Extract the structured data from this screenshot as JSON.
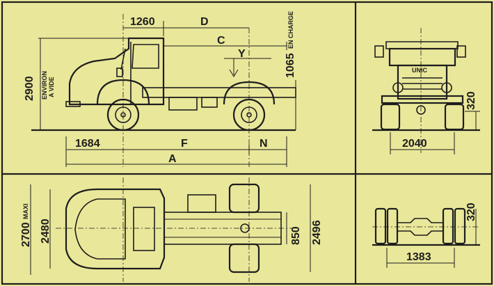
{
  "dimensions": {
    "d1260": "1260",
    "dD": "D",
    "dC": "C",
    "dY": "Y",
    "d1065": "1065",
    "en_charge": "EN CHARGE",
    "d2900": "2900",
    "environ": "ENVIRON",
    "a_vide": "A VIDE",
    "d1684": "1684",
    "dF": "F",
    "dN": "N",
    "dA": "A",
    "d320_front": "320",
    "d2040": "2040",
    "d2700": "2700",
    "maxi": "MAXI",
    "d2480": "2480",
    "d850": "850",
    "d2496": "2496",
    "d320_rear": "320",
    "d1383": "1383"
  },
  "badge": "UNIC"
}
